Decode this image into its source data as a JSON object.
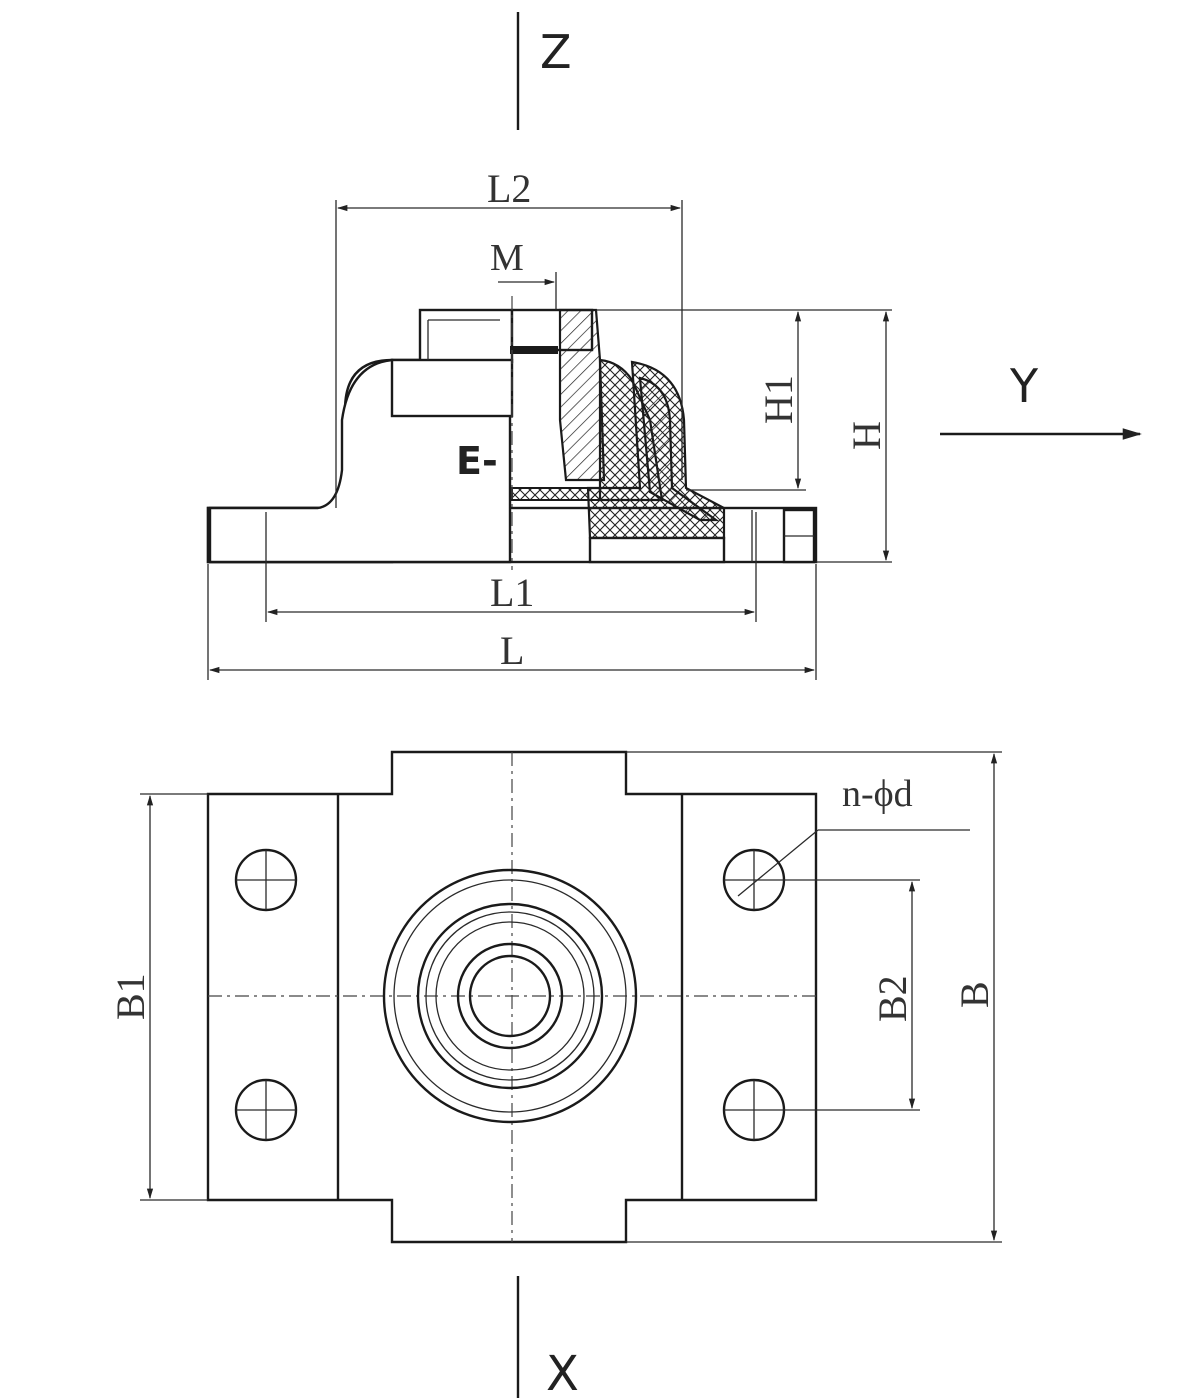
{
  "axes": {
    "z": "Z",
    "y": "Y",
    "x": "X"
  },
  "dimensions": {
    "l2": "L2",
    "m": "M",
    "h1": "H1",
    "h": "H",
    "l1": "L1",
    "l": "L",
    "b1": "B1",
    "b2": "B2",
    "b": "B"
  },
  "section_mark": "E-",
  "hole_callout": "n-ϕd",
  "colors": {
    "line": "#1a1a1a",
    "background": "#ffffff"
  }
}
